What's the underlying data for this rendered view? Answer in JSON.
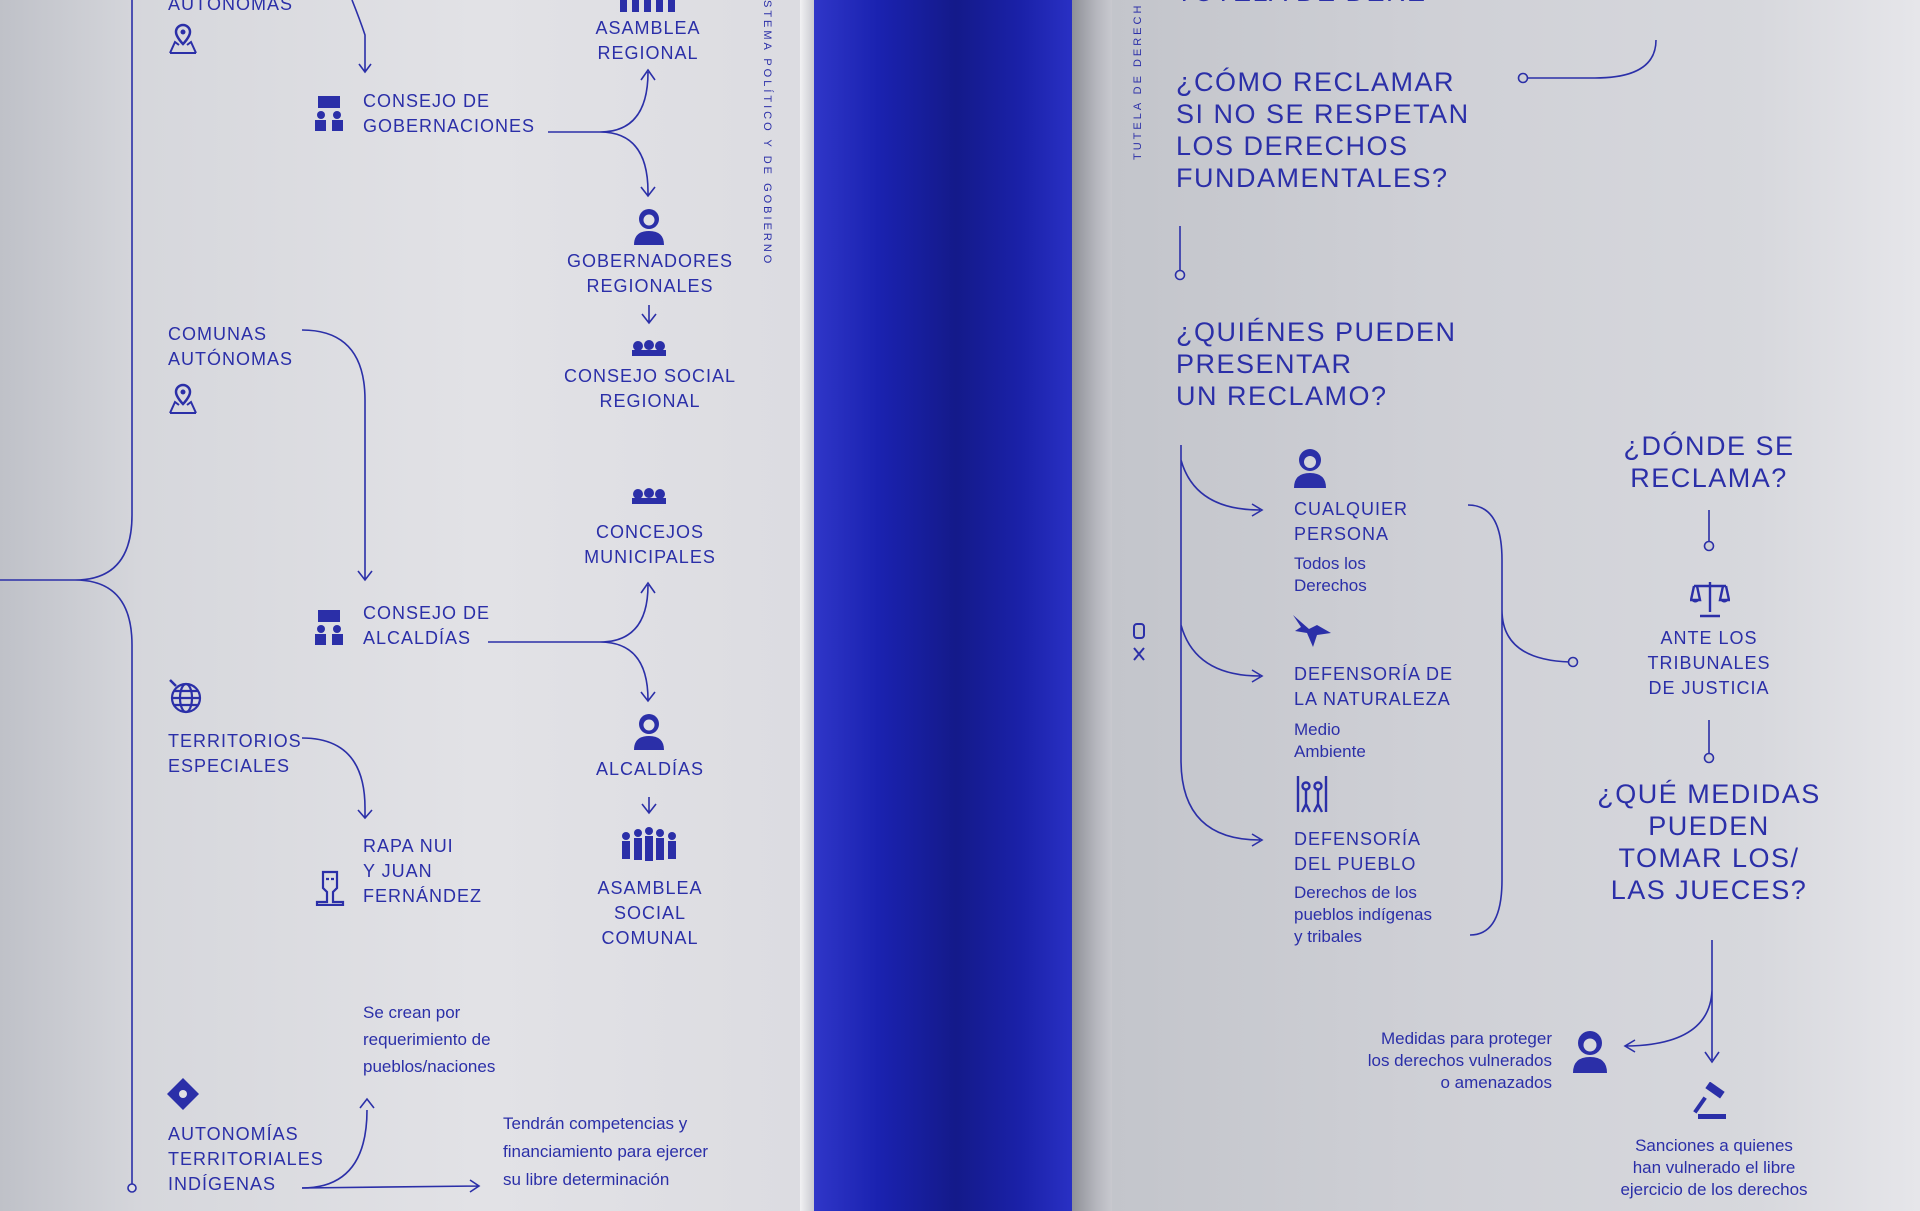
{
  "colors": {
    "accent": "#2b2fa8",
    "spine": "#1a22b0"
  },
  "left": {
    "top_label": "AUTÓNOMAS",
    "asamblea_regional": "ASAMBLEA\nREGIONAL",
    "consejo_gobernaciones": "CONSEJO DE\nGOBERNACIONES",
    "gobernadores": "GOBERNADORES\nREGIONALES",
    "consejo_social_regional": "CONSEJO SOCIAL\nREGIONAL",
    "comunas": "COMUNAS\nAUTÓNOMAS",
    "concejos": "CONCEJOS\nMUNICIPALES",
    "consejo_alcaldias": "CONSEJO DE\nALCALDÍAS",
    "alcaldias": "ALCALDÍAS",
    "asamblea_social": "ASAMBLEA\nSOCIAL\nCOMUNAL",
    "territorios": "TERRITORIOS\nESPECIALES",
    "rapa_nui": "RAPA NUI\nY JUAN\nFERNÁNDEZ",
    "se_crean": "Se crean por\nrequerimiento de\npueblos/naciones",
    "autonomias": "AUTONOMÍAS\nTERRITORIALES\nINDÍGENAS",
    "tendran": "Tendrán competencias y\nfinanciamiento para ejercer\nsu libre determinación",
    "vertical_caption": "STEMA POLÍTICO Y DE GOBIERNO"
  },
  "right": {
    "top_title": "TUTELA DE DERE",
    "vertical_caption": "TUTELA DE DERECH",
    "q1": "¿CÓMO RECLAMAR\nSI NO SE RESPETAN\nLOS DERECHOS\nFUNDAMENTALES?",
    "q2": "¿QUIÉNES PUEDEN\nPRESENTAR\nUN RECLAMO?",
    "persona": "CUALQUIER\nPERSONA",
    "persona_sub": "Todos los\nDerechos",
    "naturaleza": "DEFENSORÍA DE\nLA NATURALEZA",
    "naturaleza_sub": "Medio\nAmbiente",
    "pueblo": "DEFENSORÍA\nDEL PUEBLO",
    "pueblo_sub": "Derechos de los\npueblos indígenas\ny tribales",
    "q3": "¿DÓNDE SE\nRECLAMA?",
    "tribunales": "ANTE LOS\nTRIBUNALES\nDE JUSTICIA",
    "q4": "¿QUÉ MEDIDAS\nPUEDEN\nTOMAR LOS/\nLAS JUECES?",
    "medidas": "Medidas para proteger\nlos derechos vulnerados\no amenazados",
    "sanciones": "Sanciones a quienes\nhan vulnerado el libre\nejercicio de los derechos"
  }
}
